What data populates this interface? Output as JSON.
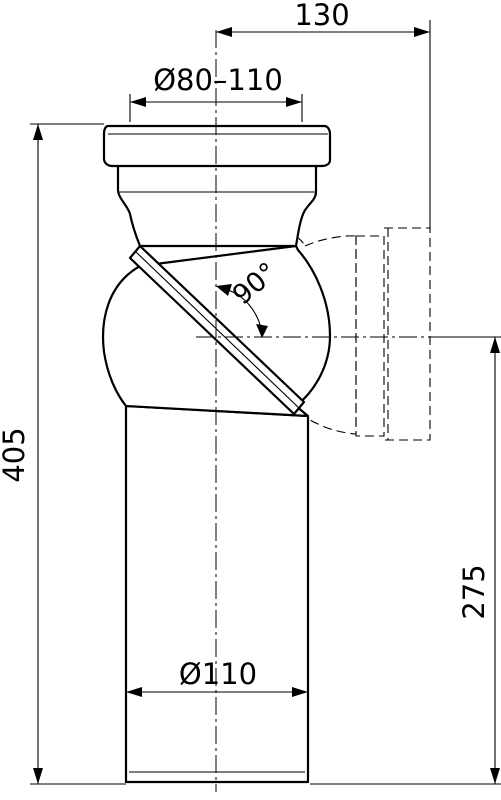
{
  "dimensions": {
    "offset": "130",
    "inlet_diameter": "Ø80–110",
    "total_height": "405",
    "angle": "90°",
    "outlet_diameter": "Ø110",
    "outlet_height": "275"
  },
  "colors": {
    "line": "#000000",
    "background": "#ffffff"
  }
}
